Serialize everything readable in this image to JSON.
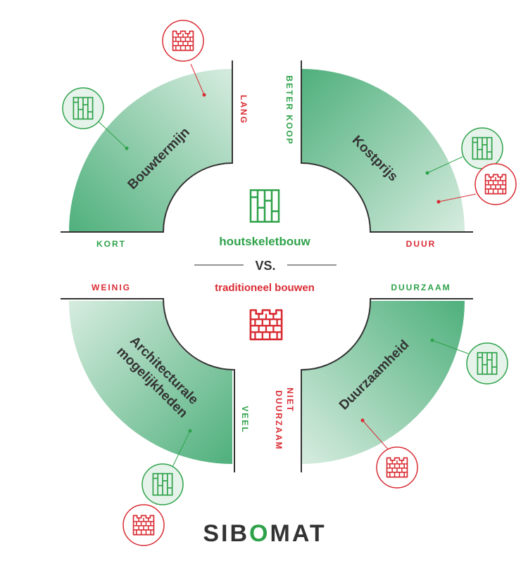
{
  "center": {
    "top_label": "houtskeletbouw",
    "vs_label": "VS.",
    "bottom_label": "traditioneel bouwen"
  },
  "quadrants": {
    "top_left": {
      "title": "Bouwtermijn",
      "scale_low": "KORT",
      "scale_high": "LANG"
    },
    "top_right": {
      "title": "Kostprijs",
      "scale_low": "BETER KOOP",
      "scale_high": "DUUR"
    },
    "bottom_left": {
      "title_line1": "Architecturale",
      "title_line2": "mogelijkheden",
      "scale_low": "WEINIG",
      "scale_high": "VEEL"
    },
    "bottom_right": {
      "title": "Duurzaamheid",
      "scale_low_line1": "NIET",
      "scale_low_line2": "DUURZAAM",
      "scale_high": "DUURZAAM"
    }
  },
  "brand": {
    "name_prefix": "SIB",
    "name_o": "O",
    "name_suffix": "MAT"
  },
  "colors": {
    "green": "#2ea24a",
    "green_dark": "#5ab987",
    "green_light": "#d2ebdc",
    "red": "#d92b33",
    "dark": "#333333",
    "icon_bg_green": "#e6f3ea",
    "icon_bg_red": "#ffffff"
  },
  "icons": {
    "timber_frame": "timber-frame-icon",
    "brick_wall": "brick-wall-icon"
  }
}
